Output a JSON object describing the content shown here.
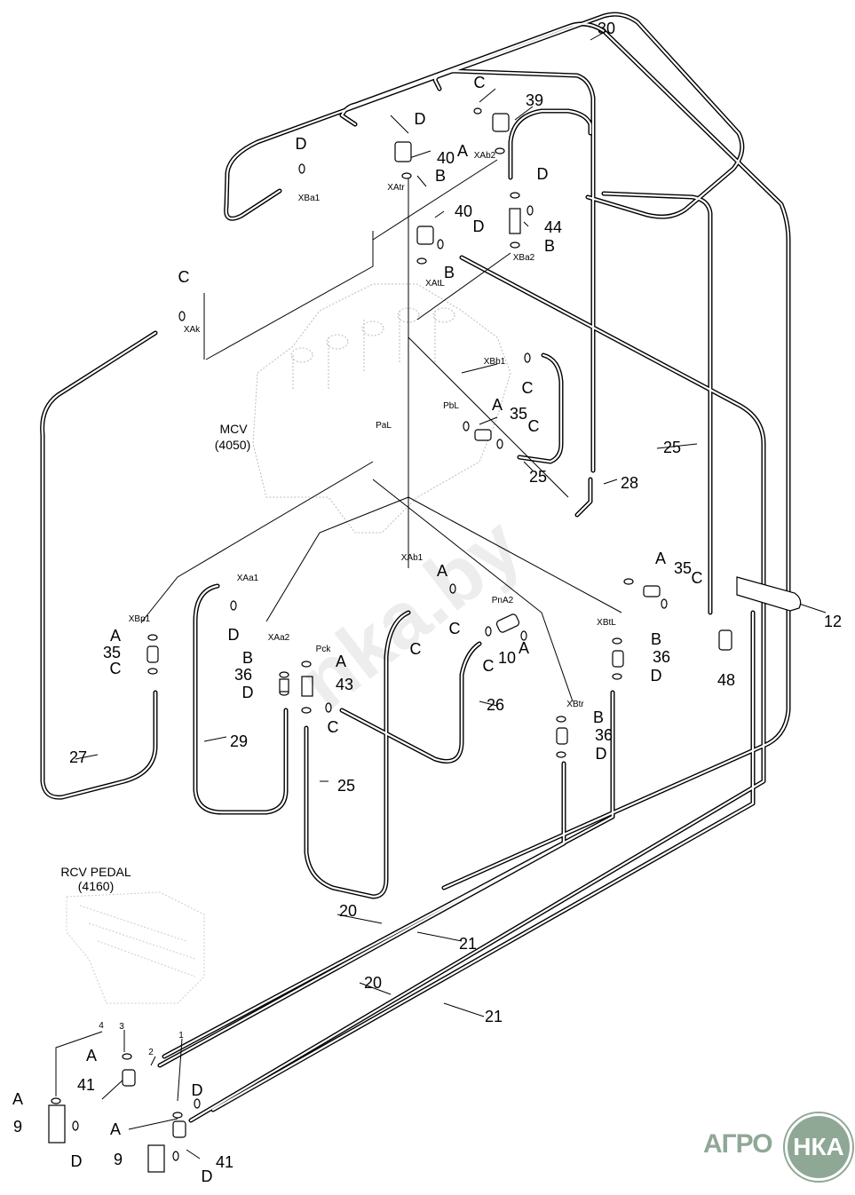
{
  "diagram": {
    "components": {
      "mcv_name": "MCV",
      "mcv_code": "(4050)",
      "rcv_name": "RCV PEDAL",
      "rcv_code": "(4160)"
    },
    "callouts": [
      "30",
      "C",
      "39",
      "D",
      "40",
      "A",
      "B",
      "D",
      "D",
      "44",
      "40",
      "D",
      "B",
      "B",
      "C",
      "C",
      "A",
      "35",
      "C",
      "25",
      "28",
      "25",
      "A",
      "35",
      "C",
      "12",
      "A",
      "D",
      "A",
      "35",
      "C",
      "C",
      "C",
      "10",
      "A",
      "C",
      "B",
      "36",
      "D",
      "B",
      "A",
      "36",
      "43",
      "D",
      "C",
      "26",
      "B",
      "36",
      "D",
      "48",
      "29",
      "27",
      "25",
      "20",
      "21",
      "20",
      "21",
      "A",
      "41",
      "D",
      "A",
      "9",
      "A",
      "D",
      "9",
      "D",
      "41"
    ],
    "port_labels": [
      "XBa1",
      "XAtr",
      "XAb2",
      "XBa2",
      "XAtL",
      "XAk",
      "XBb1",
      "PbL",
      "PaL",
      "XAb1",
      "XAa1",
      "XBp1",
      "PnA2",
      "XBtL",
      "XAa2",
      "Pck",
      "XBtr"
    ],
    "pedal_ports": [
      "4",
      "3",
      "2",
      "1"
    ],
    "watermark": "nka.by",
    "logo": {
      "left": "АГРО",
      "right": "НКА",
      "color": "#8fa896"
    }
  }
}
